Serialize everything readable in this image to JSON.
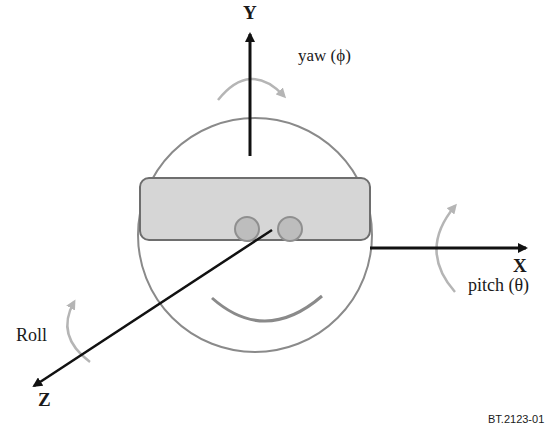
{
  "diagram": {
    "labels": [
      "Y",
      "yaw (ϕ)",
      "X",
      "pitch (θ)",
      "Roll",
      "Z",
      "BT.2123-01"
    ]
  }
}
